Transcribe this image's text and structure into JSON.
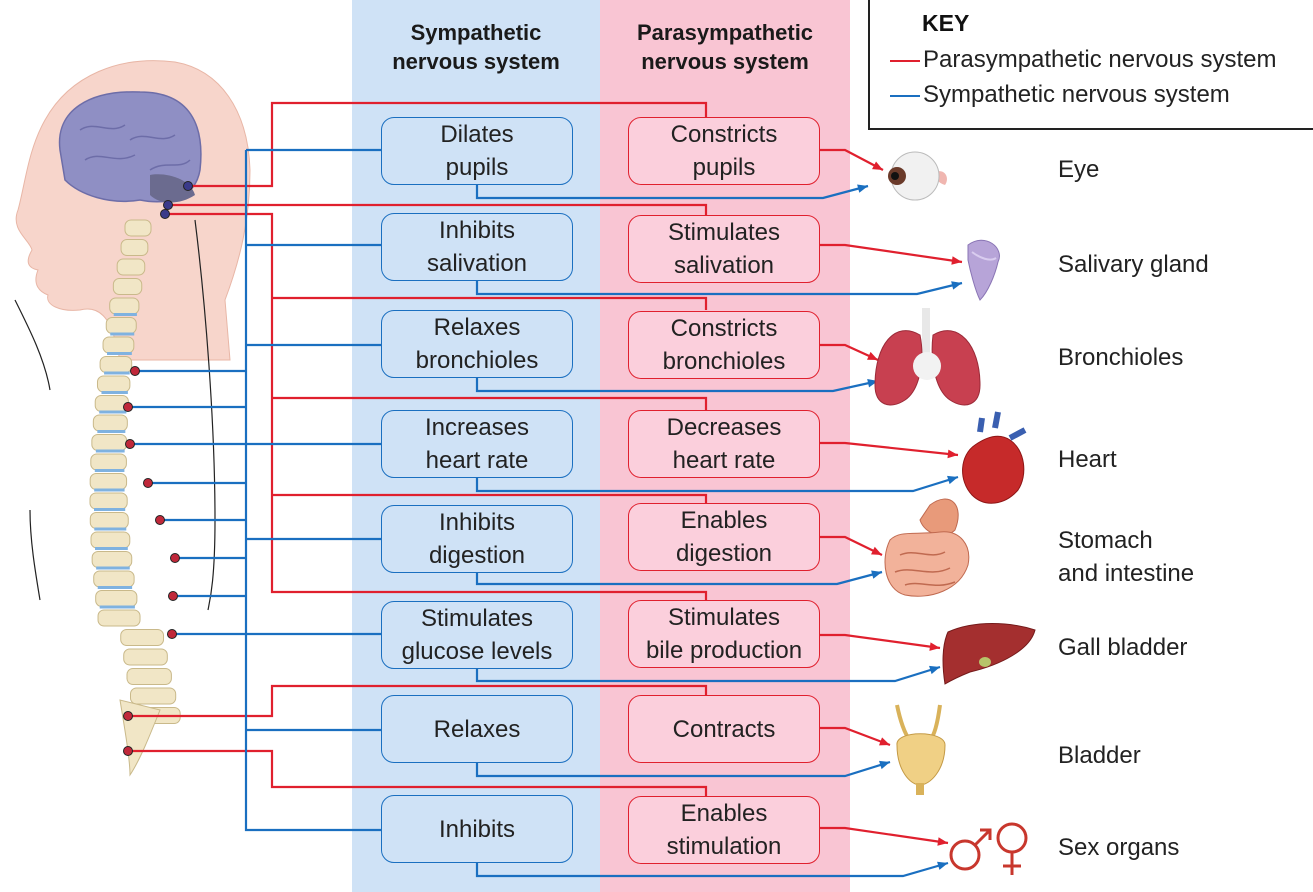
{
  "headers": {
    "sympathetic": "Sympathetic\nnervous system",
    "parasympathetic": "Parasympathetic\nnervous system"
  },
  "key": {
    "title": "KEY",
    "parasympathetic": "Parasympathetic nervous system",
    "sympathetic": "Sympathetic nervous system"
  },
  "colors": {
    "sympathetic": "#1a6fc0",
    "parasympathetic": "#e0202e",
    "sympathetic_band": "#cfe2f6",
    "parasympathetic_band": "#f9c5d3"
  },
  "rows": [
    {
      "organ": "Eye",
      "sympathetic": "Dilates\npupils",
      "parasympathetic": "Constricts\npupils"
    },
    {
      "organ": "Salivary gland",
      "sympathetic": "Inhibits\nsalivation",
      "parasympathetic": "Stimulates\nsalivation"
    },
    {
      "organ": "Bronchioles",
      "sympathetic": "Relaxes\nbronchioles",
      "parasympathetic": "Constricts\nbronchioles"
    },
    {
      "organ": "Heart",
      "sympathetic": "Increases\nheart rate",
      "parasympathetic": "Decreases\nheart rate"
    },
    {
      "organ": "Stomach\nand intestine",
      "sympathetic": "Inhibits\ndigestion",
      "parasympathetic": "Enables\ndigestion"
    },
    {
      "organ": "Gall bladder",
      "sympathetic": "Stimulates\nglucose levels",
      "parasympathetic": "Stimulates\nbile production"
    },
    {
      "organ": "Bladder",
      "sympathetic": "Relaxes",
      "parasympathetic": "Contracts"
    },
    {
      "organ": "Sex organs",
      "sympathetic": "Inhibits",
      "parasympathetic": "Enables\nstimulation"
    }
  ],
  "organ_icons": [
    "eye-icon",
    "salivary-gland-icon",
    "lungs-icon",
    "heart-icon",
    "intestine-icon",
    "liver-icon",
    "bladder-icon",
    "male-female-symbol-icon"
  ]
}
